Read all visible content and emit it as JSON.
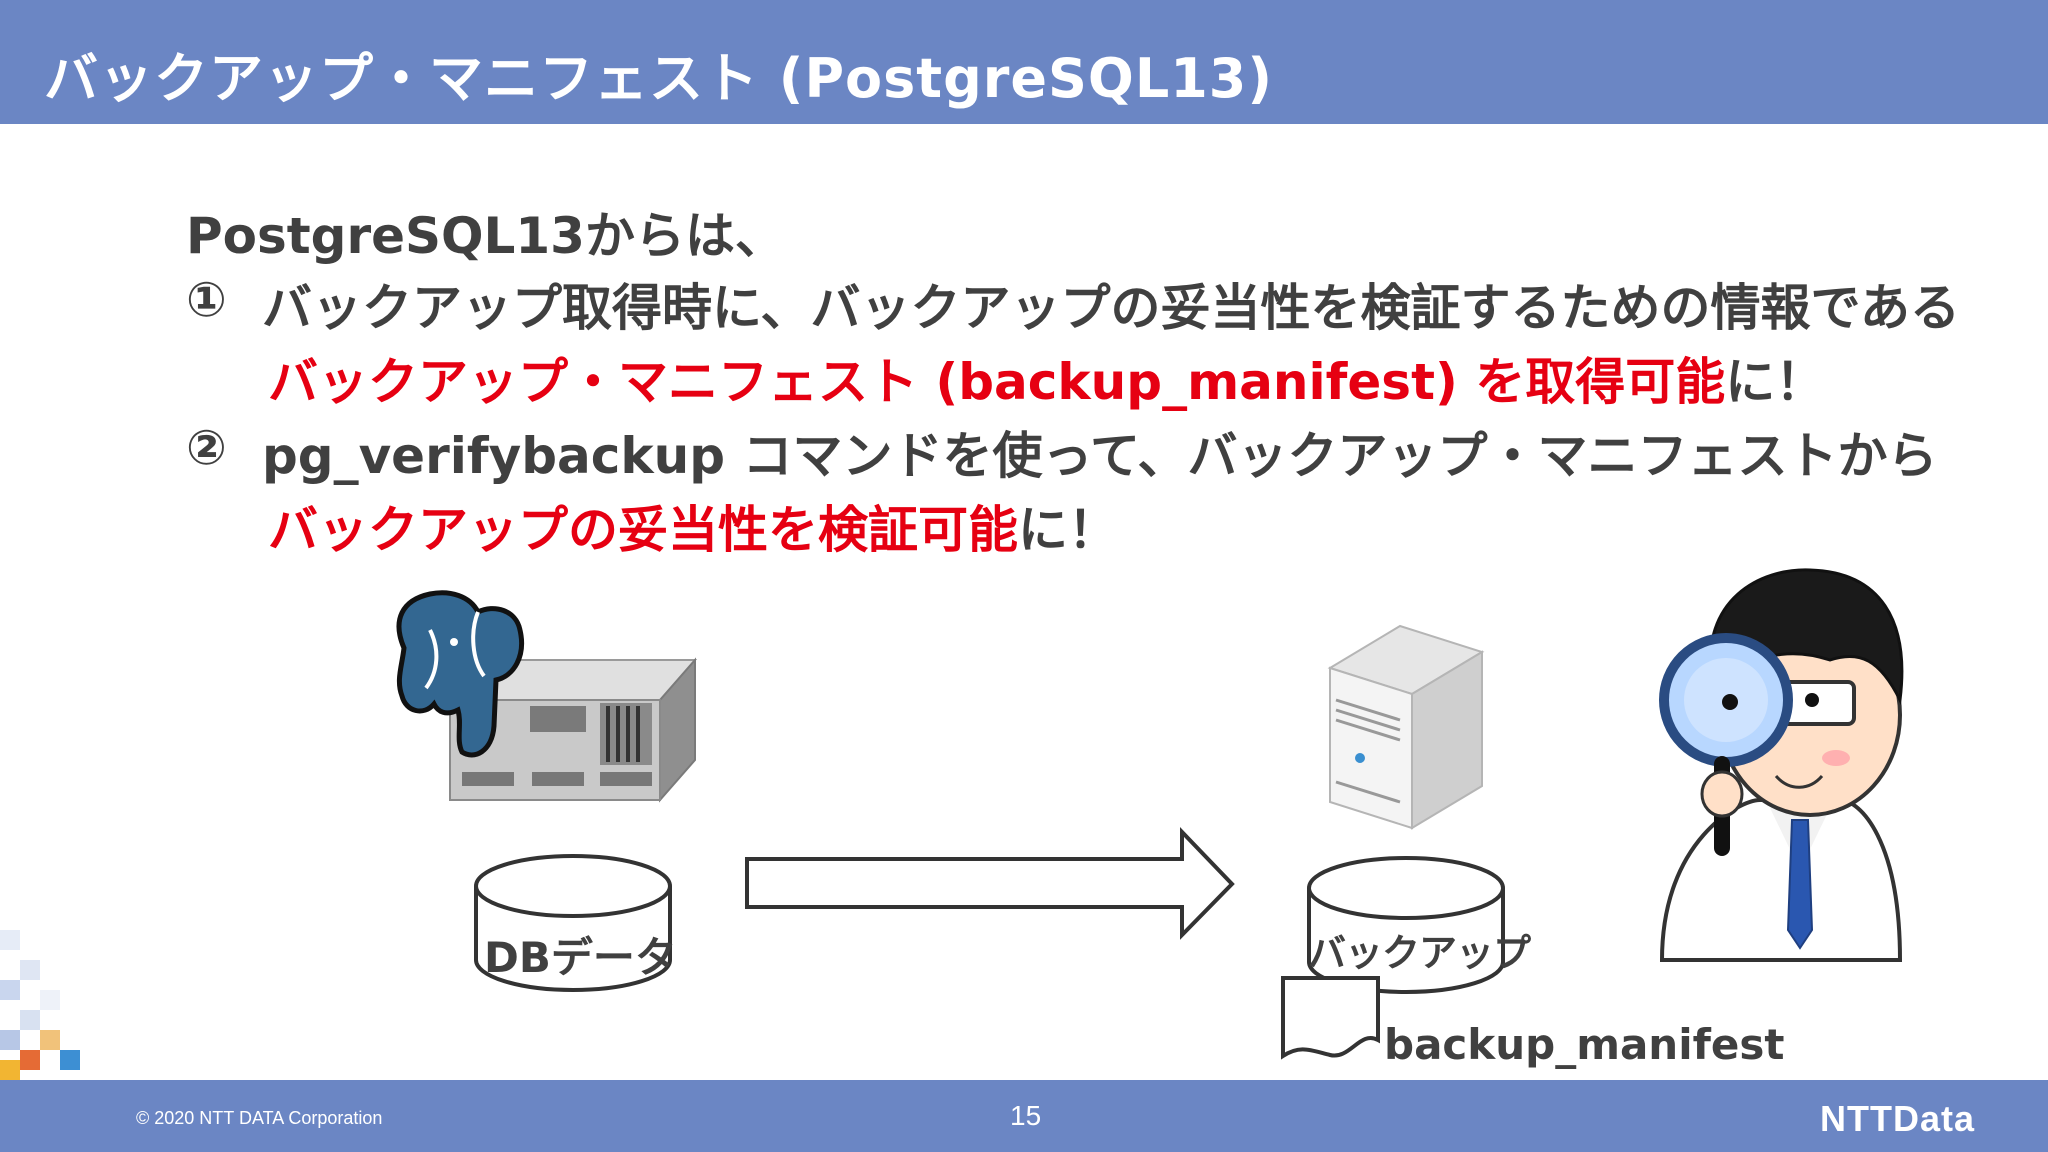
{
  "header": {
    "title": "バックアップ・マニフェスト (PostgreSQL13)"
  },
  "content": {
    "intro": "PostgreSQL13からは、",
    "item1": {
      "marker": "①",
      "line1": "バックアップ取得時に、バックアップの妥当性を検証するための情報である",
      "line2_red": "バックアップ・マニフェスト (backup_manifest) を取得可能",
      "line2_tail": "に！"
    },
    "item2": {
      "marker": "②",
      "line1": "pg_verifybackup コマンドを使って、バックアップ・マニフェストから",
      "line2_red": "バックアップの妥当性を検証可能",
      "line2_tail": "に！"
    }
  },
  "diagram": {
    "db_label": "DBデータ",
    "backup_label": "バックアップ",
    "manifest_label": "backup_manifest",
    "icons": [
      "postgresql-elephant-icon",
      "db-server-icon",
      "backup-server-icon",
      "inspector-person-icon"
    ]
  },
  "footer": {
    "copyright": "© 2020 NTT DATA Corporation",
    "page": "15",
    "logo": "NTTData"
  },
  "colors": {
    "brand": "#6b86c4",
    "accent_red": "#e60012",
    "text": "#404040"
  }
}
